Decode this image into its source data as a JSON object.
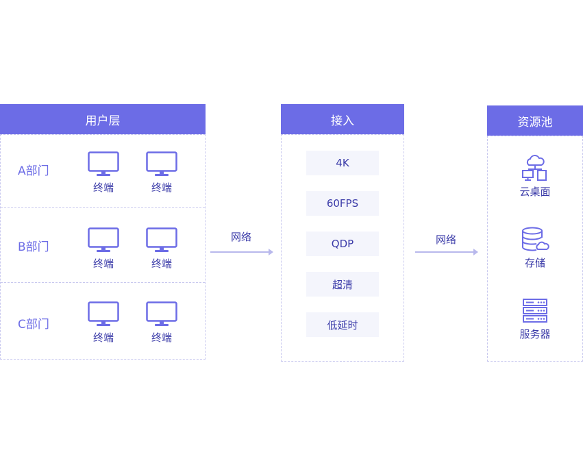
{
  "user_layer": {
    "title": "用户层",
    "departments": [
      {
        "label": "A部门",
        "terminals": [
          "终端",
          "终端"
        ]
      },
      {
        "label": "B部门",
        "terminals": [
          "终端",
          "终端"
        ]
      },
      {
        "label": "C部门",
        "terminals": [
          "终端",
          "终端"
        ]
      }
    ]
  },
  "access": {
    "title": "接入",
    "features": [
      "4K",
      "60FPS",
      "QDP",
      "超清",
      "低延时"
    ]
  },
  "resource_pool": {
    "title": "资源池",
    "items": [
      {
        "label": "云桌面",
        "icon": "cloud-desktop-icon"
      },
      {
        "label": "存储",
        "icon": "storage-icon"
      },
      {
        "label": "服务器",
        "icon": "server-icon"
      }
    ]
  },
  "connections": [
    "网络",
    "网络"
  ],
  "colors": {
    "accent": "#6c6ce6",
    "text": "#3a3aa8",
    "feature_bg": "#f4f5fc",
    "border": "#c9c9ef",
    "arrow": "#b8b8ec"
  }
}
